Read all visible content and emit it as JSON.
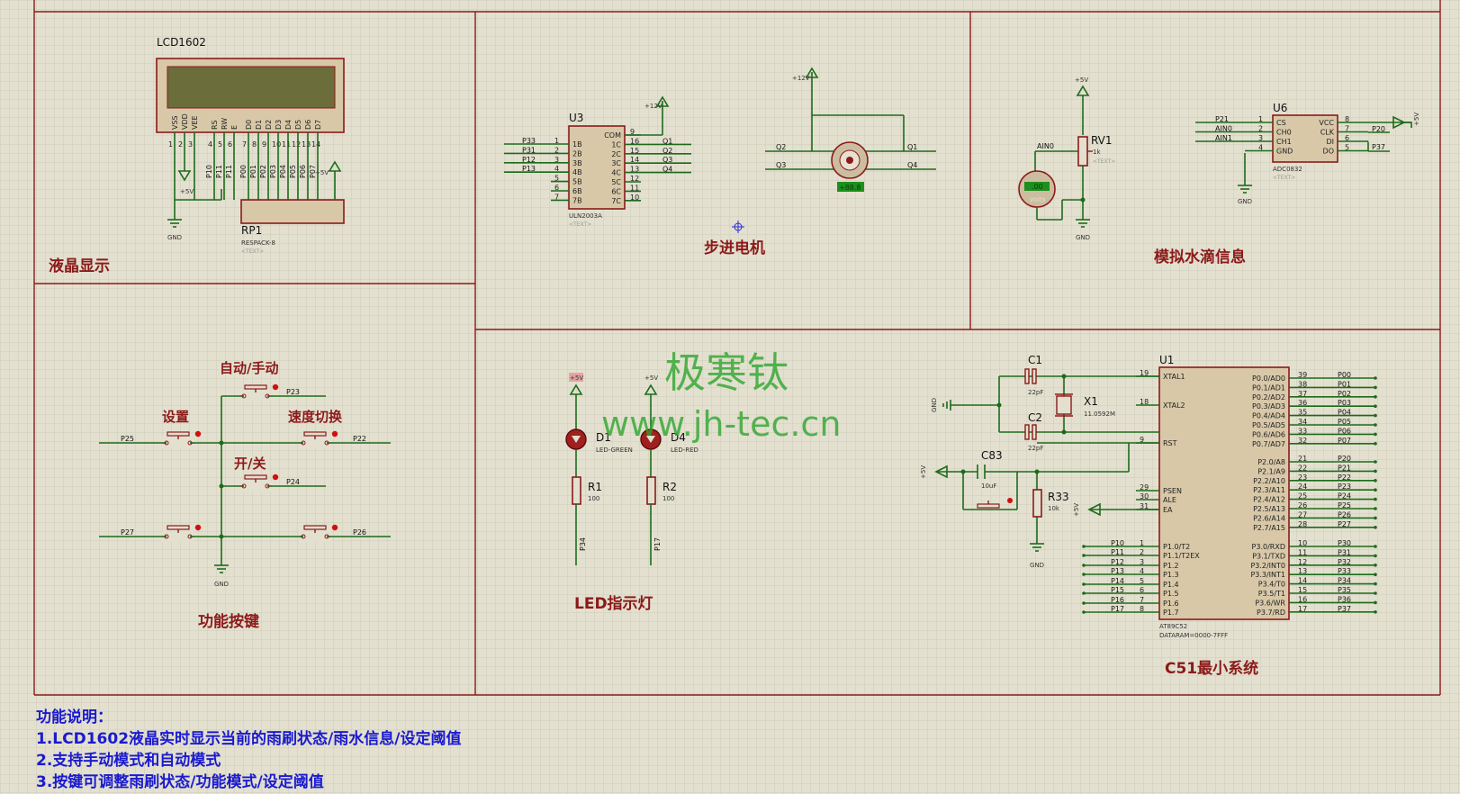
{
  "sections": {
    "lcd": "液晶显示",
    "stepper": "步进电机",
    "water": "模拟水滴信息",
    "keys": "功能按键",
    "led": "LED指示灯",
    "mcu": "C51最小系统"
  },
  "watermark": {
    "cn": "极寒钛",
    "url": "www.jh-tec.cn"
  },
  "description": {
    "title": "功能说明：",
    "lines": [
      "1.LCD1602液晶实时显示当前的雨刷状态/雨水信息/设定阈值",
      "2.支持手动模式和自动模式",
      "3.按键可调整雨刷状态/功能模式/设定阈值"
    ]
  },
  "lcd": {
    "ref": "LCD1602",
    "pins": [
      "VSS",
      "VDD",
      "VEE",
      "RS",
      "RW",
      "E",
      "D0",
      "D1",
      "D2",
      "D3",
      "D4",
      "D5",
      "D6",
      "D7"
    ],
    "pin_nums": [
      "1",
      "2",
      "3",
      "4",
      "5",
      "6",
      "7",
      "8",
      "9",
      "10",
      "11",
      "12",
      "13",
      "14"
    ],
    "nets": [
      "P10",
      "P11",
      "P11",
      "P00",
      "P01",
      "P02",
      "P03",
      "P04",
      "P05",
      "P06",
      "P07"
    ],
    "vcc": "+5V",
    "gnd": "GND"
  },
  "rp1": {
    "ref": "RP1",
    "value": "RESPACK-8",
    "text": "<TEXT>",
    "vcc": "+5V"
  },
  "u3": {
    "ref": "U3",
    "value": "ULN2003A",
    "text": "<TEXT>",
    "in_pins": [
      "1B",
      "2B",
      "3B",
      "4B",
      "5B",
      "6B",
      "7B"
    ],
    "in_nums": [
      "1",
      "2",
      "3",
      "4",
      "5",
      "6",
      "7"
    ],
    "out_pins": [
      "COM",
      "1C",
      "2C",
      "3C",
      "4C",
      "5C",
      "6C",
      "7C"
    ],
    "out_nums": [
      "9",
      "16",
      "15",
      "14",
      "13",
      "12",
      "11",
      "10"
    ],
    "in_nets": [
      "P33",
      "P31",
      "P12",
      "P13"
    ],
    "out_nets": [
      "Q1",
      "Q2",
      "Q3",
      "Q4"
    ],
    "vcc": "+12V"
  },
  "motor": {
    "vcc": "+12V",
    "nets": [
      "Q2",
      "Q3",
      "Q1",
      "Q4"
    ],
    "label": "+88.8"
  },
  "rv1": {
    "ref": "RV1",
    "value": "1k",
    "text": "<TEXT>",
    "vcc": "+5V",
    "gnd": "GND",
    "net": "AIN0"
  },
  "voltmeter": {
    "reading": ".00",
    "unit": "Volts"
  },
  "u6": {
    "ref": "U6",
    "value": "ADC0832",
    "text": "<TEXT>",
    "left_pins": [
      "CS",
      "CH0",
      "CH1",
      "GND"
    ],
    "left_nums": [
      "1",
      "2",
      "3",
      "4"
    ],
    "right_pins": [
      "VCC",
      "CLK",
      "DI",
      "DO"
    ],
    "right_nums": [
      "8",
      "7",
      "6",
      "5"
    ],
    "left_nets": [
      "P21",
      "AIN0",
      "AIN1"
    ],
    "right_nets": [
      "P20",
      "P37"
    ],
    "vcc": "+5V",
    "gnd": "GND"
  },
  "keys": {
    "auto_manual": "自动/手动",
    "setting": "设置",
    "speed": "速度切换",
    "onoff": "开/关",
    "nets": [
      "P23",
      "P25",
      "P22",
      "P24",
      "P27",
      "P26"
    ],
    "gnd": "GND"
  },
  "leds": {
    "d1": {
      "ref": "D1",
      "value": "LED-GREEN"
    },
    "d4": {
      "ref": "D4",
      "value": "LED-RED"
    },
    "r1": {
      "ref": "R1",
      "value": "100"
    },
    "r2": {
      "ref": "R2",
      "value": "100"
    },
    "vcc": "+5V",
    "nets": [
      "P34",
      "P17"
    ]
  },
  "mcu": {
    "ref": "U1",
    "value": "AT89C52",
    "dataram": "DATARAM=0000-7FFF",
    "c1": {
      "ref": "C1",
      "value": "22pF"
    },
    "c2": {
      "ref": "C2",
      "value": "22pF"
    },
    "x1": {
      "ref": "X1",
      "value": "11.0592M"
    },
    "c83": {
      "ref": "C83",
      "value": "10uF"
    },
    "r33": {
      "ref": "R33",
      "value": "10k"
    },
    "gnd": "GND",
    "vcc": "+5V",
    "left_pins": [
      "XTAL1",
      "XTAL2",
      "RST",
      "PSEN",
      "ALE",
      "EA",
      "P1.0/T2",
      "P1.1/T2EX",
      "P1.2",
      "P1.3",
      "P1.4",
      "P1.5",
      "P1.6",
      "P1.7"
    ],
    "left_nums": [
      "19",
      "18",
      "9",
      "29",
      "30",
      "31",
      "1",
      "2",
      "3",
      "4",
      "5",
      "6",
      "7",
      "8"
    ],
    "p1_nets": [
      "P10",
      "P11",
      "P12",
      "P13",
      "P14",
      "P15",
      "P16",
      "P17"
    ],
    "p0_pins": [
      "P0.0/AD0",
      "P0.1/AD1",
      "P0.2/AD2",
      "P0.3/AD3",
      "P0.4/AD4",
      "P0.5/AD5",
      "P0.6/AD6",
      "P0.7/AD7"
    ],
    "p0_nums": [
      "39",
      "38",
      "37",
      "36",
      "35",
      "34",
      "33",
      "32"
    ],
    "p0_nets": [
      "P00",
      "P01",
      "P02",
      "P03",
      "P04",
      "P05",
      "P06",
      "P07"
    ],
    "p2_pins": [
      "P2.0/A8",
      "P2.1/A9",
      "P2.2/A10",
      "P2.3/A11",
      "P2.4/A12",
      "P2.5/A13",
      "P2.6/A14",
      "P2.7/A15"
    ],
    "p2_nums": [
      "21",
      "22",
      "23",
      "24",
      "25",
      "26",
      "27",
      "28"
    ],
    "p2_nets": [
      "P20",
      "P21",
      "P22",
      "P23",
      "P24",
      "P25",
      "P26",
      "P27"
    ],
    "p3_pins": [
      "P3.0/RXD",
      "P3.1/TXD",
      "P3.2/INT0",
      "P3.3/INT1",
      "P3.4/T0",
      "P3.5/T1",
      "P3.6/WR",
      "P3.7/RD"
    ],
    "p3_nums": [
      "10",
      "11",
      "12",
      "13",
      "14",
      "15",
      "16",
      "17"
    ],
    "p3_nets": [
      "P30",
      "P31",
      "P32",
      "P33",
      "P34",
      "P35",
      "P36",
      "P37"
    ]
  }
}
